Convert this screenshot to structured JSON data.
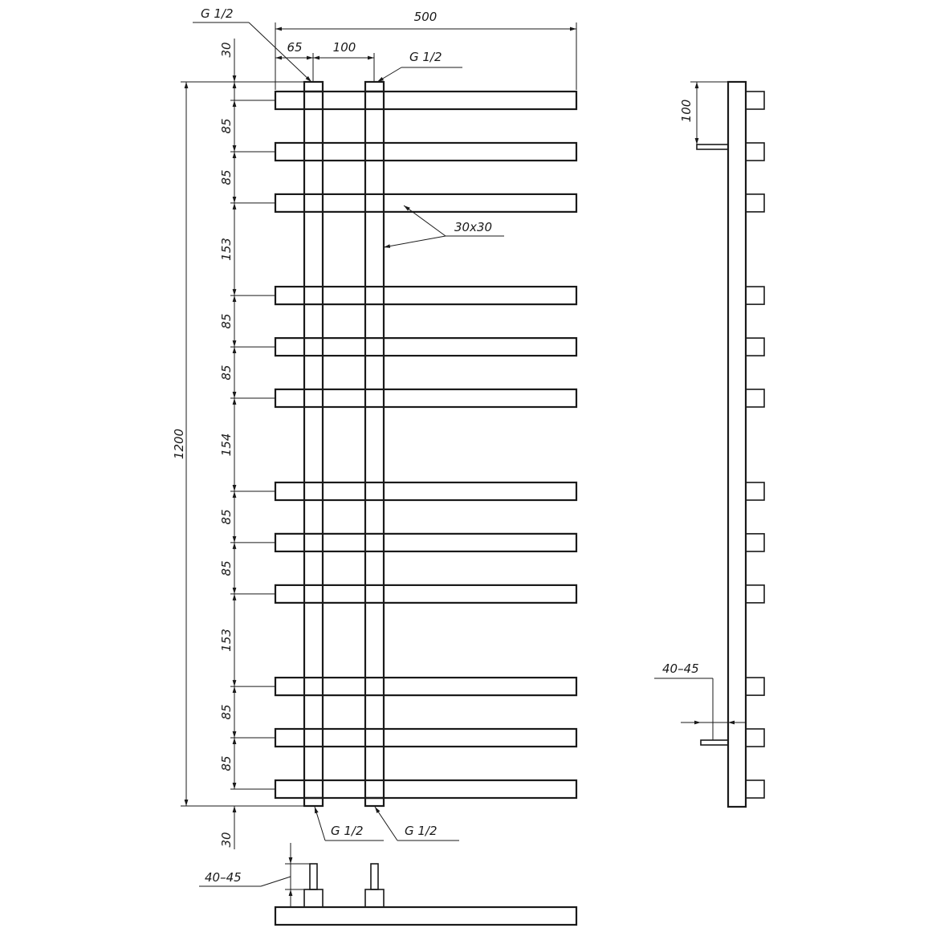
{
  "front_view": {
    "overall_width_label": "500",
    "connection_offset_label": "65",
    "connection_spacing_label": "100",
    "overall_height_label": "1200",
    "top_offset_label": "30",
    "bottom_offset_label": "30",
    "thread_labels": {
      "top_left": "G 1/2",
      "top_right": "G 1/2",
      "bottom_left": "G 1/2",
      "bottom_right": "G 1/2"
    },
    "profile_label": "30x30",
    "bar_spacings": [
      "85",
      "85",
      "153",
      "85",
      "85",
      "154",
      "85",
      "85",
      "153",
      "85",
      "85"
    ]
  },
  "side_view": {
    "top_offset_label": "100",
    "wall_distance_label": "40–45"
  },
  "bottom_view": {
    "wall_distance_label": "40–45"
  }
}
